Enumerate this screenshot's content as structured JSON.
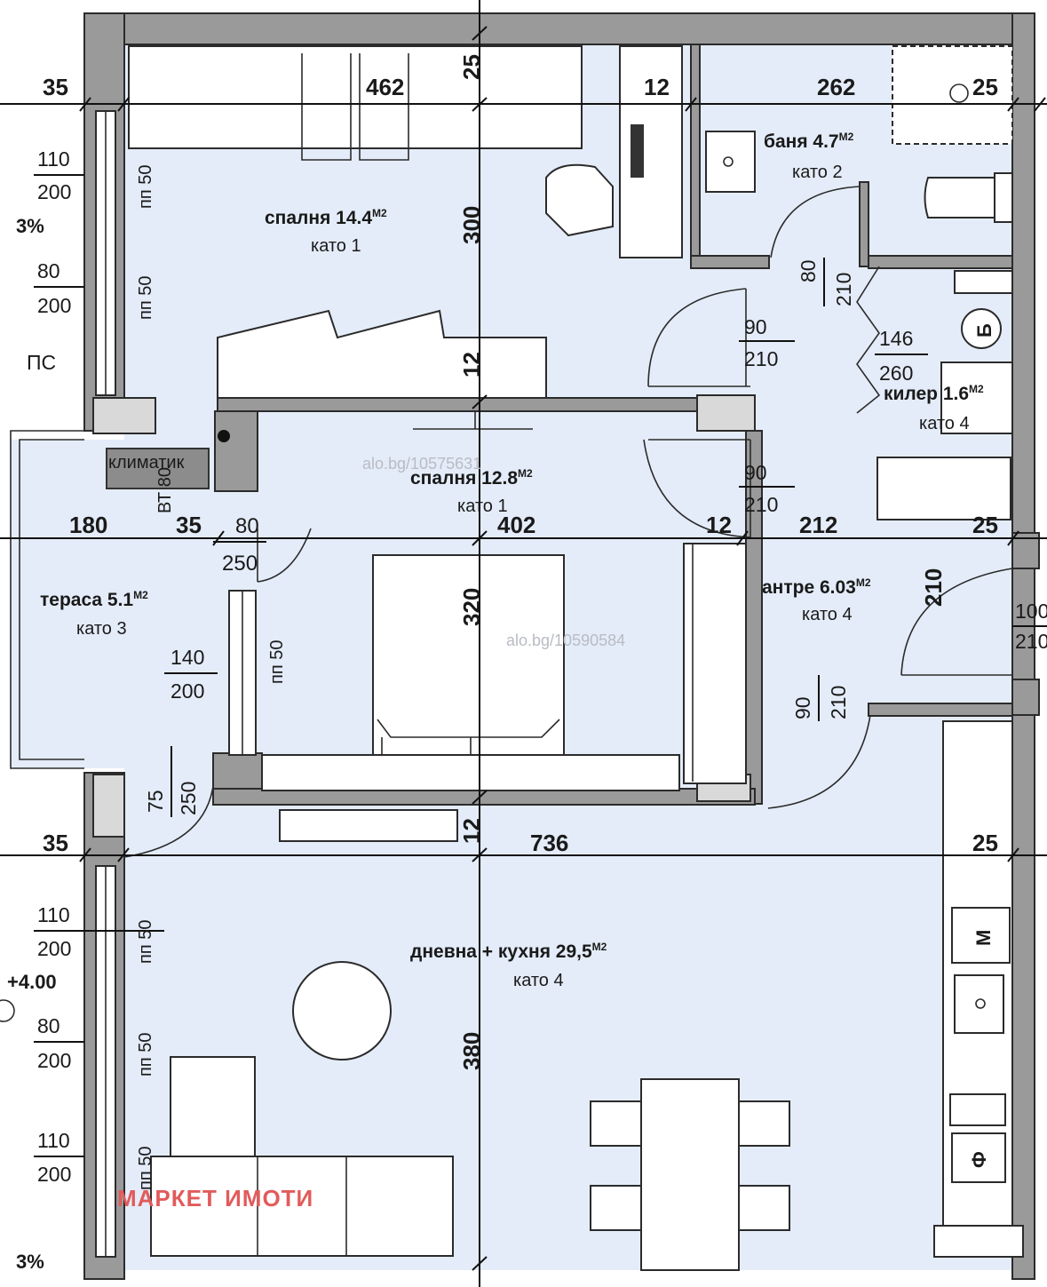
{
  "dimensions": {
    "d35_top": "35",
    "d462": "462",
    "d25_top": "25",
    "d12_top": "12",
    "d262": "262",
    "d25_bath": "25",
    "d300": "300",
    "d12_mid": "12",
    "d180": "180",
    "d35_mid": "35",
    "d80_mid": "80",
    "d250_mid": "250",
    "d402": "402",
    "d12_right": "12",
    "d212": "212",
    "d25_mid": "25",
    "d320": "320",
    "d210_hall": "210",
    "d35_low": "35",
    "d12_low": "12",
    "d736": "736",
    "d25_low": "25",
    "d380": "380"
  },
  "rooms": {
    "bedroom1": {
      "name": "спалня 14.4",
      "area_unit": "M2",
      "floor": "като 1"
    },
    "bath": {
      "name": "баня 4.7",
      "area_unit": "M2",
      "floor": "като 2"
    },
    "bedroom2": {
      "name": "спалня 12.8",
      "area_unit": "M2",
      "floor": "като 1"
    },
    "pantry": {
      "name": "килер 1.6",
      "area_unit": "M2",
      "floor": "като 4"
    },
    "terrace": {
      "name": "тераса 5.1",
      "area_unit": "M2",
      "floor": "като 3"
    },
    "hall": {
      "name": "антре 6.03",
      "area_unit": "M2",
      "floor": "като 4"
    },
    "living": {
      "name": "дневна + кухня 29,5",
      "area_unit": "M2",
      "floor": "като 4"
    }
  },
  "openings": {
    "w1_top": "110",
    "w1_bot": "200",
    "w1_sill": "пп 50",
    "w2_top": "80",
    "w2_bot": "200",
    "w2_sill": "пп 50",
    "bath_door_top": "80",
    "bath_door_bot": "210",
    "bed1_door_top": "90",
    "bed1_door_bot": "210",
    "pantry_door_top": "146",
    "pantry_door_bot": "260",
    "bed2_door_top": "90",
    "bed2_door_bot": "210",
    "terr_door_top": "80",
    "terr_door_bot": "250",
    "bed2_win_top": "140",
    "bed2_win_bot": "200",
    "bed2_win_sill": "пп 50",
    "hall_door_top": "90",
    "hall_door_bot": "210",
    "entry_top": "100",
    "entry_bot": "210",
    "live_door_top": "75",
    "live_door_bot": "250",
    "lw1_top": "110",
    "lw1_bot": "200",
    "lw1_sill": "пп 50",
    "lw2_top": "80",
    "lw2_bot": "200",
    "lw2_sill": "пп 50",
    "lw3_top": "110",
    "lw3_bot": "200",
    "lw3_sill": "пп 50"
  },
  "labels": {
    "slope_top": "3%",
    "slope_bottom": "3%",
    "ps": "ПС",
    "level": "+4.00",
    "ac": "климатик",
    "bt": "ВТ 80",
    "boiler": "Б",
    "m_symbol": "М",
    "f_symbol": "Ф"
  },
  "watermarks": {
    "wm1": "alo.bg/10575631",
    "wm2": "alo.bg/10590584"
  },
  "brand": "МАРКЕТ ИМОТИ"
}
